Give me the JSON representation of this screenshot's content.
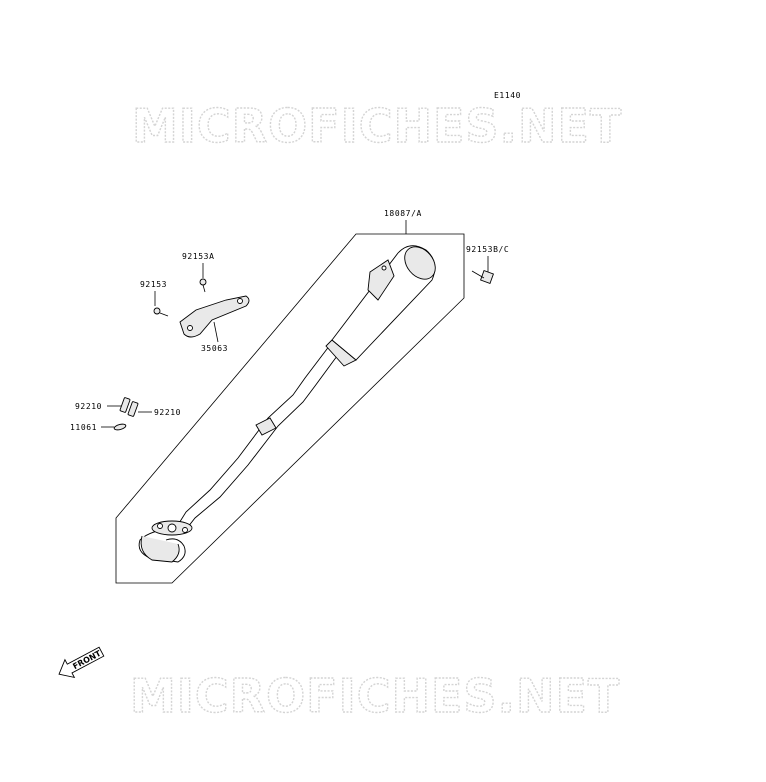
{
  "diagram_code": "E1140",
  "watermark": {
    "top": "MICROFICHES.NET",
    "bottom": "MICROFICHES.NET"
  },
  "front_label": "FRONT",
  "labels": {
    "muffler": "18087/A",
    "bolt_right": "92153B/C",
    "bolt_a": "92153A",
    "bolt": "92153",
    "bracket": "35063",
    "clip_left": "92210",
    "clip_right": "92210",
    "gasket": "11061"
  }
}
